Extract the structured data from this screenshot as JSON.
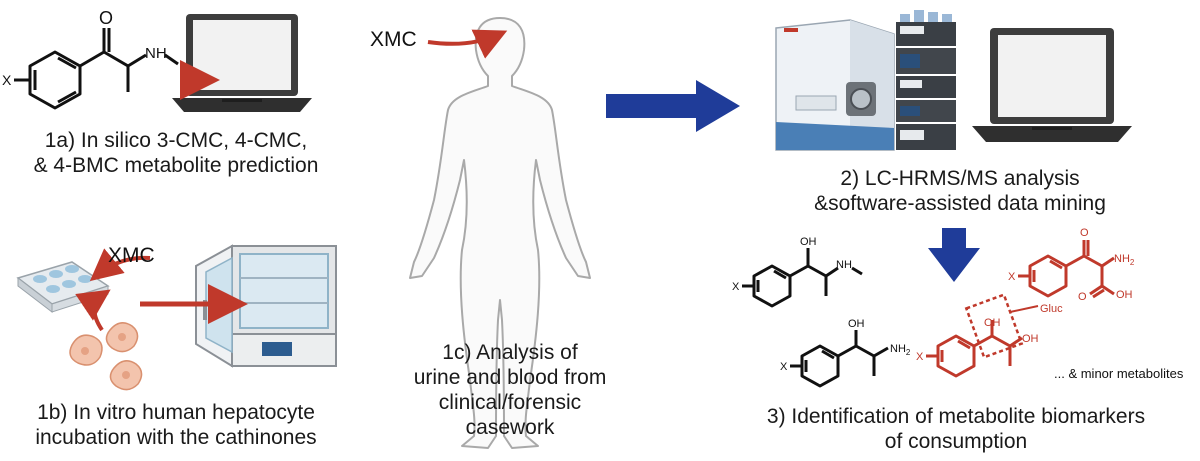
{
  "panel_1a": {
    "line1": "1a) In silico 3-CMC, 4-CMC,",
    "line2": "& 4-BMC metabolite prediction",
    "atom_o": "O",
    "atom_nh": "NH",
    "atom_x": "X"
  },
  "panel_1b": {
    "line1": "1b) In vitro human hepatocyte",
    "line2": "incubation with the cathinones",
    "drug_label": "XMC"
  },
  "panel_1c": {
    "line1": "1c) Analysis of",
    "line2": "urine and blood from",
    "line3": "clinical/forensic",
    "line4": "casework",
    "drug_label": "XMC"
  },
  "panel_2": {
    "line1": "2) LC-HRMS/MS analysis",
    "line2": "&software-assisted data mining"
  },
  "panel_3": {
    "line1": "3) Identification of metabolite biomarkers",
    "line2": "of consumption",
    "minor_label": "... & minor metabolites",
    "atom_oh": "OH",
    "atom_nh": "NH",
    "atom_nh2": "NH",
    "atom_nh2_sub": "2",
    "atom_x": "X",
    "atom_o": "O",
    "gluc_label": "Gluc"
  },
  "colors": {
    "red_arrow": "#c0392b",
    "blue_arrow": "#1f3c99",
    "metabolite_red": "#c0392b"
  }
}
